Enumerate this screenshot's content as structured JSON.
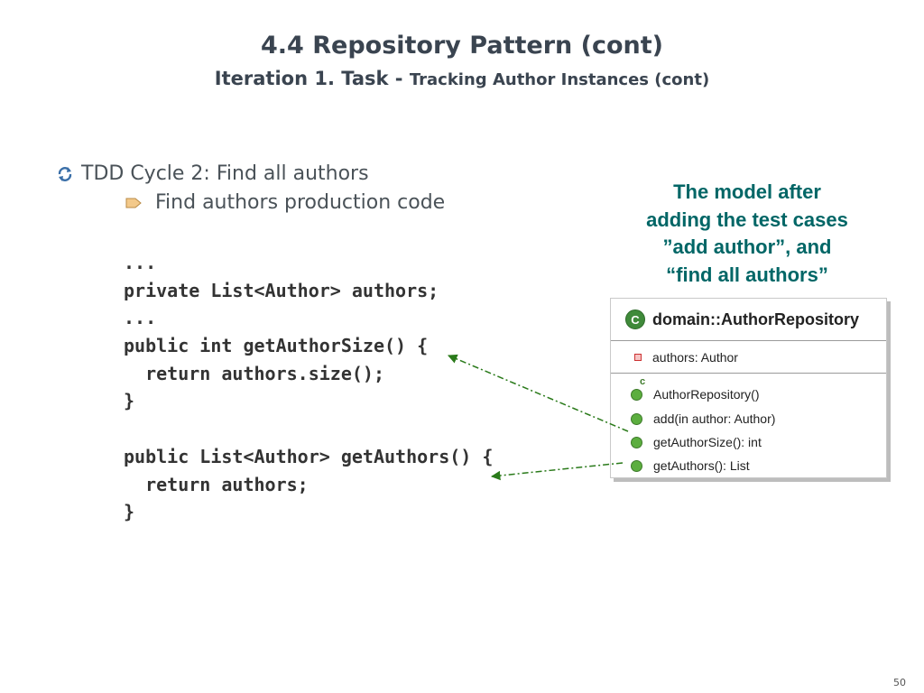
{
  "slide": {
    "title": "4.4 Repository Pattern (cont)",
    "subtitle_lead": "Iteration 1. Task - ",
    "subtitle_rest": "Tracking Author Instances (cont)",
    "page_number": "50"
  },
  "bullets": {
    "level1": "TDD Cycle 2: Find all authors",
    "level2": "Find authors production code"
  },
  "code_lines": [
    "...",
    "private List<Author> authors;",
    "...",
    "public int getAuthorSize() {",
    "  return authors.size();",
    "}",
    "",
    "public List<Author> getAuthors() {",
    "  return authors;",
    "}"
  ],
  "caption_lines": [
    "The model after",
    "adding the test cases",
    "”add author”, and",
    "“find all authors”"
  ],
  "uml": {
    "badge": "C",
    "class_name": "domain::AuthorRepository",
    "attribute": "authors: Author",
    "constructor_marker": "c",
    "methods": [
      "AuthorRepository()",
      "add(in author: Author)",
      "getAuthorSize(): int",
      "getAuthors(): List"
    ]
  },
  "colors": {
    "title": "#3a4450",
    "caption": "#006666",
    "arrow": "#2a7a1a"
  }
}
